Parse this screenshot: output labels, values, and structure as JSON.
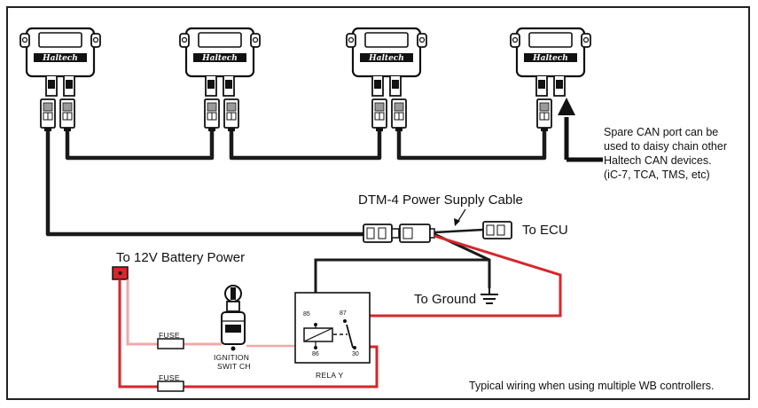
{
  "labels": {
    "power_cable": "DTM-4 Power Supply Cable",
    "to_ecu": "To ECU",
    "battery": "To 12V Battery Power",
    "to_ground": "To Ground",
    "fuse_top": "FUSE",
    "fuse_bottom": "FUSE",
    "ignition_line1": "IGNITION",
    "ignition_line2": "SWIT CH",
    "relay": "RELA Y",
    "pin85": "85",
    "pin87": "87",
    "pin86": "86",
    "pin30": "30",
    "caption": "Typical wiring when using multiple WB controllers."
  },
  "note_lines": [
    "Spare CAN port can be",
    "used to daisy chain other",
    "Haltech CAN devices.",
    "(iC-7, TCA, TMS, etc)"
  ],
  "devices": [
    {
      "logo": "Haltech"
    },
    {
      "logo": "Haltech"
    },
    {
      "logo": "Haltech"
    },
    {
      "logo": "Haltech"
    }
  ],
  "colors": {
    "wire_black": "#1a1a1a",
    "wire_red": "#d7262b",
    "wire_pink": "#f0a8a8",
    "battery_terminal": "#d7262b"
  }
}
